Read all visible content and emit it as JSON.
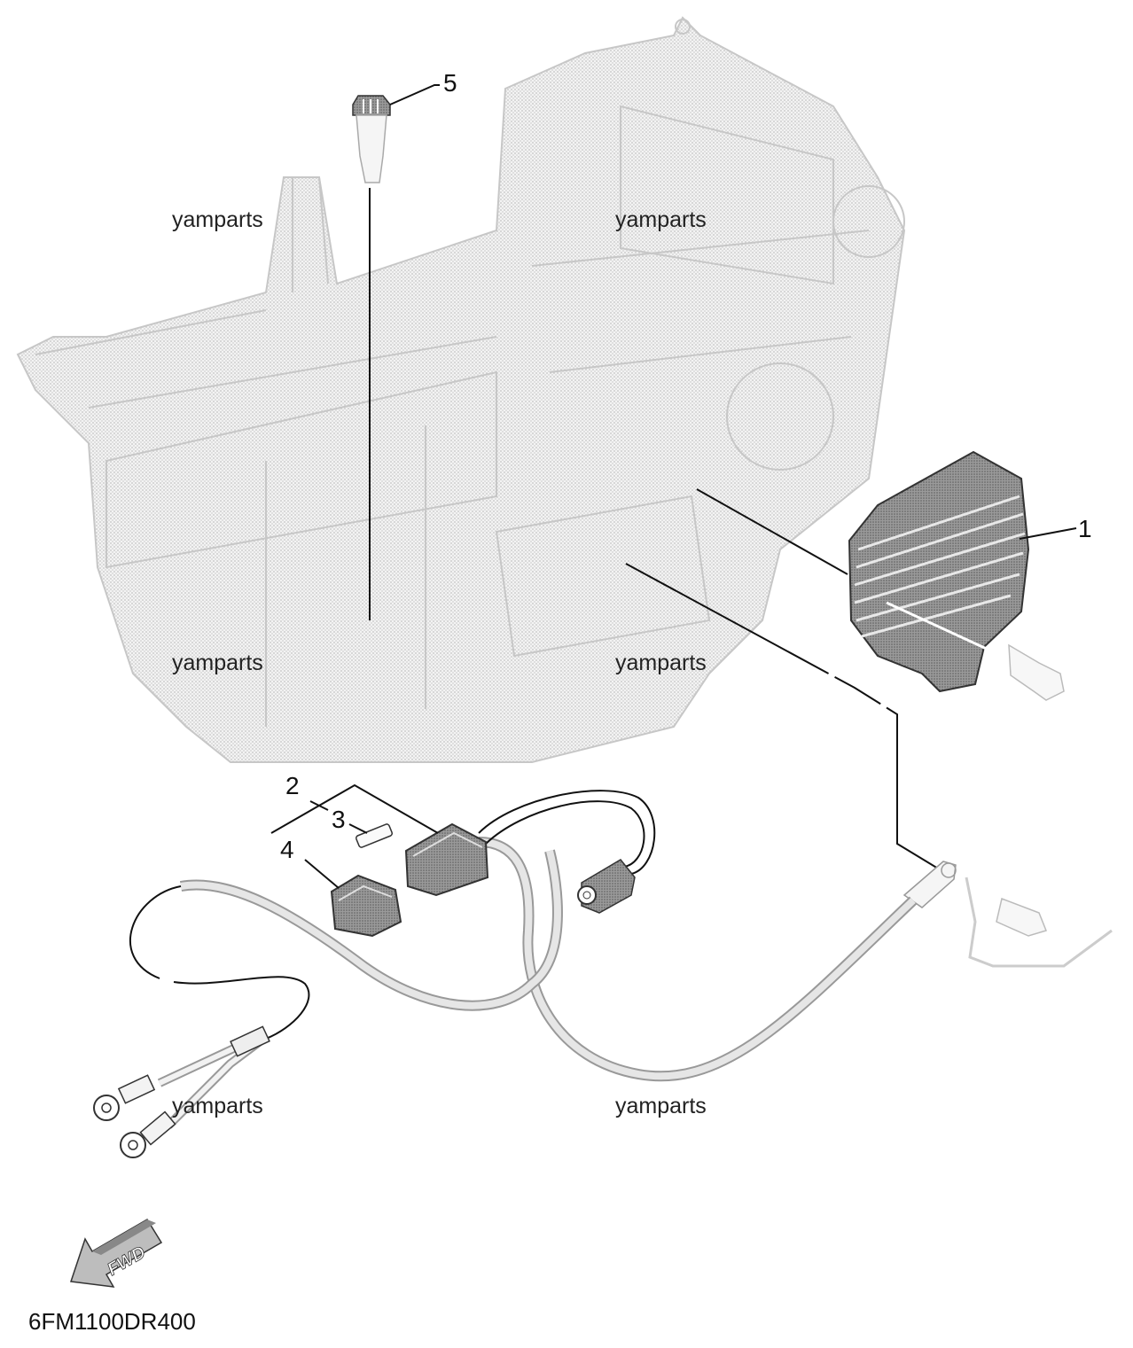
{
  "callouts": {
    "c1": "1",
    "c2": "2",
    "c3": "3",
    "c4": "4",
    "c5": "5"
  },
  "watermarks": {
    "w1": "yamparts",
    "w2": "yamparts",
    "w3": "yamparts",
    "w4": "yamparts",
    "w5": "yamparts",
    "w6": "yamparts"
  },
  "diagram_code": "6FM1100DR400",
  "fwd_label": "FWD",
  "colors": {
    "engine_fill": "#ececec",
    "engine_stroke": "#c9c9c9",
    "part_fill": "#8a8a8a",
    "line": "#111111"
  }
}
